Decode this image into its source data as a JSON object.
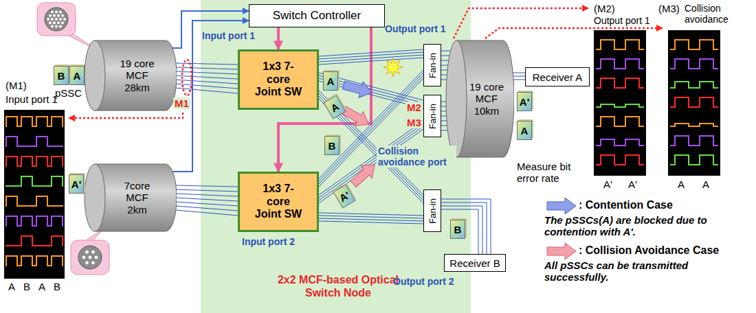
{
  "diagram": {
    "nodes": [
      {
        "text": [
          "2x2 MCF-based Optical Switch Node"
        ]
      },
      {
        "text": [
          "Switch Controller"
        ],
        "in": 0
      },
      {
        "text": [
          "B"
        ]
      },
      {
        "text": [
          "A"
        ]
      },
      {
        "text": [
          "19 core MCF 28km"
        ]
      },
      {
        "text": [
          "1x3 7-core Joint SW"
        ],
        "in": 0
      },
      {
        "text": [
          "A"
        ],
        "in": 0
      },
      {
        "text": [
          "A"
        ],
        "in": 0
      },
      {
        "text": [
          "B"
        ],
        "in": 0
      },
      {
        "text": [
          "Fan-in"
        ],
        "in": 0
      },
      {
        "text": [
          "Fan-in"
        ],
        "in": 0
      },
      {
        "text": [
          "19 core MCF 10km"
        ]
      },
      {
        "text": [
          "Receiver A"
        ]
      },
      {
        "text": [
          "A'"
        ]
      },
      {
        "text": [
          "A"
        ]
      },
      {
        "text": [
          "7core MCF 2km"
        ]
      },
      {
        "text": [
          "A'"
        ]
      },
      {
        "text": [
          "1x3 7-core Joint SW"
        ],
        "in": 0
      },
      {
        "text": [
          "A'"
        ],
        "in": 0
      },
      {
        "text": [
          "Fan-in"
        ],
        "in": 0
      },
      {
        "text": [
          "B"
        ],
        "in": 0
      },
      {
        "text": [
          "Receiver B"
        ]
      }
    ],
    "edges": [
      {
        "from": 1,
        "to": 5,
        "arrow": "to"
      },
      {
        "from": 1,
        "to": 17,
        "arrow": "to"
      },
      {
        "from": 4,
        "to": 1,
        "arrow": "to"
      },
      {
        "from": 15,
        "to": 1,
        "arrow": "to"
      },
      {
        "from": 4,
        "to": 5,
        "arrow": "none"
      },
      {
        "from": 15,
        "to": 17,
        "arrow": "none"
      },
      {
        "from": 5,
        "to": 9,
        "arrow": "none"
      },
      {
        "from": 5,
        "to": 10,
        "arrow": "none"
      },
      {
        "from": 5,
        "to": 19,
        "arrow": "none"
      },
      {
        "from": 17,
        "to": 9,
        "arrow": "none"
      },
      {
        "from": 17,
        "to": 10,
        "arrow": "none"
      },
      {
        "from": 17,
        "to": 19,
        "arrow": "none"
      },
      {
        "from": 9,
        "to": 11,
        "arrow": "none"
      },
      {
        "from": 10,
        "to": 11,
        "arrow": "none"
      },
      {
        "from": 19,
        "to": 21,
        "arrow": "none"
      },
      {
        "from": 11,
        "to": 12,
        "arrow": "none"
      }
    ],
    "labels": [
      "pSSC",
      "(M1)",
      "Input port 1",
      "A",
      "B",
      "A",
      "B",
      "Input port 1",
      "M1",
      "Input port 2",
      "Output port 1",
      "M2",
      "M3",
      "Collision avoidance port",
      "Output port 2",
      "(M2)",
      "Output port 1",
      "A'",
      "A'",
      "(M3)",
      "Collision avoidance",
      "A",
      "A",
      "Measure bit error rate",
      "The pSSCs(A) are blocked due to contention with A'.",
      "All pSSCs can be transmitted successfully."
    ],
    "legend": [
      {
        "text": ": Contention Case"
      },
      {
        "text": ": Collision Avoidance Case"
      }
    ]
  }
}
